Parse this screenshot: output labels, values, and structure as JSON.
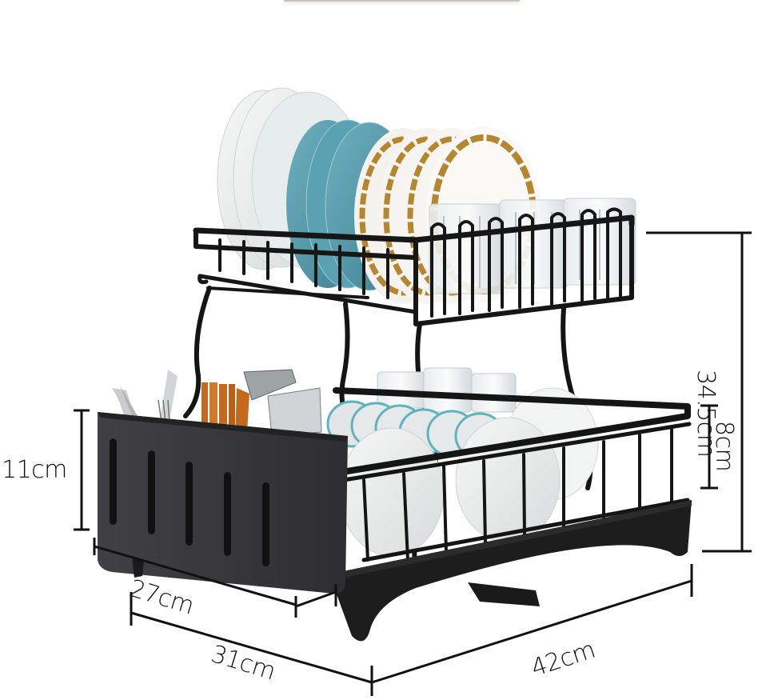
{
  "product": {
    "type": "two-tier dish drying rack",
    "color": "#1c1c1c",
    "accent_colors": {
      "rack_black": "#1a1a1a",
      "utensil_holder": "#3a3a3c",
      "plate_white": "#eef0f0",
      "plate_teal": "#4f93a4",
      "plate_gold_rim": "#b5862e",
      "chopsticks": "#c46a1e"
    }
  },
  "dimensions": {
    "total_height": "34.5cm",
    "lower_basket_height": "8cm",
    "utensil_holder_height": "11cm",
    "utensil_holder_width": "27cm",
    "depth": "31cm",
    "length": "42cm"
  }
}
